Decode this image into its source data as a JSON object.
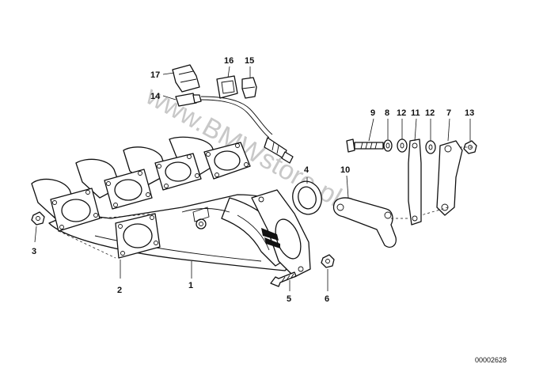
{
  "watermark": "www.BMWstore.pl",
  "reference_number": "00002628",
  "callouts": [
    {
      "id": "1",
      "text": "1"
    },
    {
      "id": "2",
      "text": "2"
    },
    {
      "id": "3",
      "text": "3"
    },
    {
      "id": "4",
      "text": "4"
    },
    {
      "id": "5",
      "text": "5"
    },
    {
      "id": "6",
      "text": "6"
    },
    {
      "id": "7",
      "text": "7"
    },
    {
      "id": "8",
      "text": "8"
    },
    {
      "id": "9",
      "text": "9"
    },
    {
      "id": "10",
      "text": "10"
    },
    {
      "id": "11",
      "text": "11"
    },
    {
      "id": "12a",
      "text": "12"
    },
    {
      "id": "12b",
      "text": "12"
    },
    {
      "id": "13",
      "text": "13"
    },
    {
      "id": "14",
      "text": "14"
    },
    {
      "id": "15",
      "text": "15"
    },
    {
      "id": "16",
      "text": "16"
    },
    {
      "id": "17",
      "text": "17"
    }
  ]
}
